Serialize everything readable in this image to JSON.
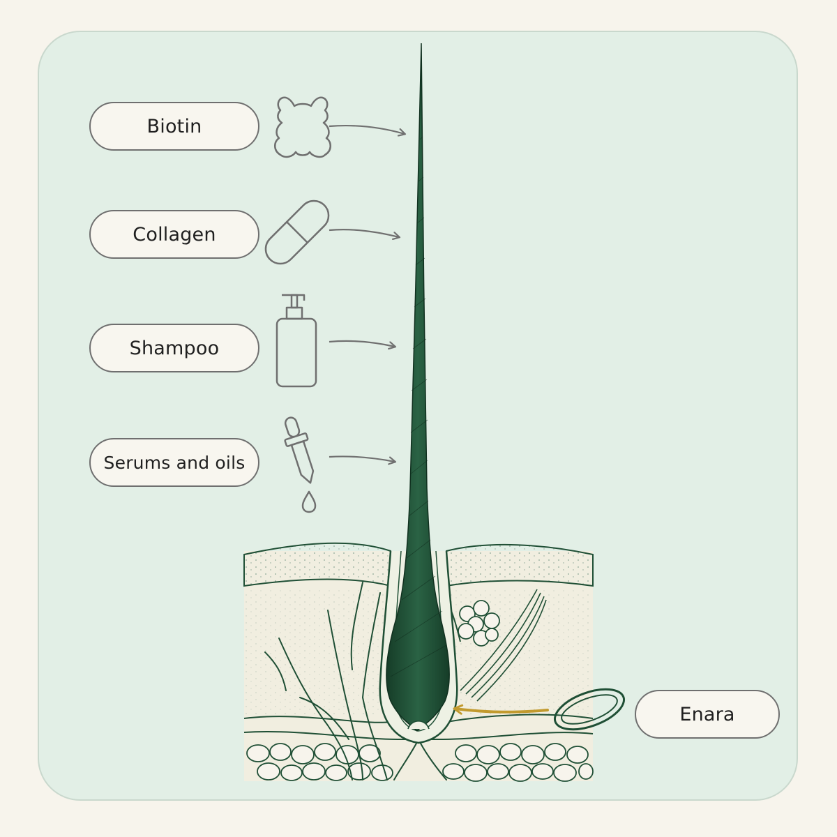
{
  "labels": {
    "biotin": "Biotin",
    "collagen": "Collagen",
    "shampoo": "Shampoo",
    "serums": "Serums and oils",
    "enara": "Enara"
  },
  "icons": {
    "biotin": "gummy-bear-icon",
    "collagen": "capsule-icon",
    "shampoo": "pump-bottle-icon",
    "serums": "dropper-icon",
    "enara": "tablet-icon"
  },
  "colors": {
    "panel": "#e2efe6",
    "hair": "#1f4f35",
    "outline": "#6f6f6f",
    "highlight_arrow": "#c29a2e"
  }
}
